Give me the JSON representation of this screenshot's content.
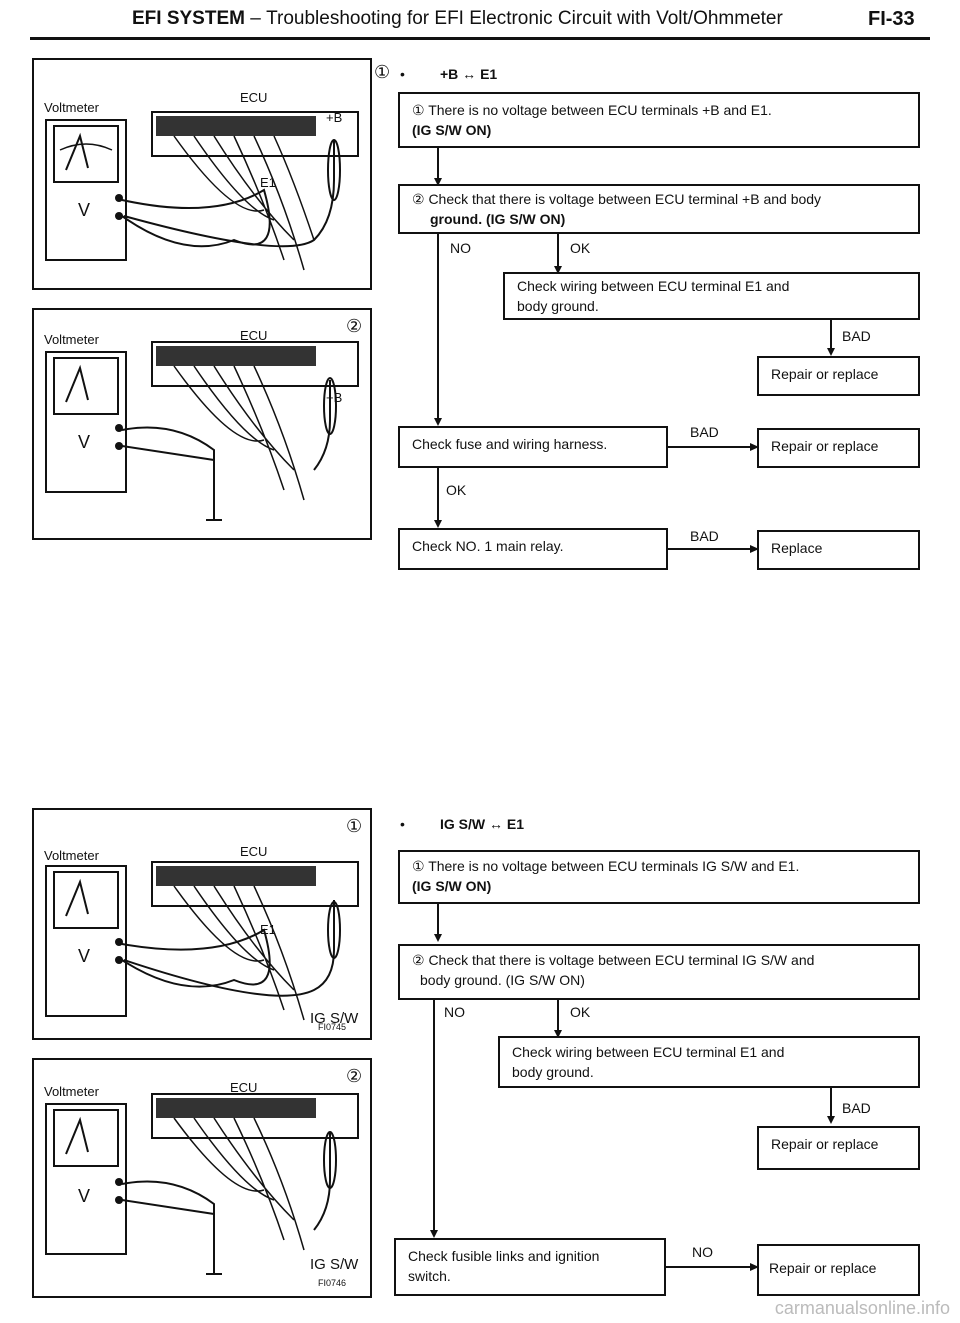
{
  "header": {
    "system": "EFI SYSTEM",
    "dash": "–",
    "subtitle": "Troubleshooting for EFI Electronic Circuit with Volt/Ohmmeter",
    "page": "FI-33"
  },
  "diagrams": {
    "voltmeter": "Voltmeter",
    "ecu": "ECU",
    "v": "V",
    "plus_b": "+B",
    "e1": "E1",
    "ig_sw": "IG S/W",
    "num1": "①",
    "num2": "②",
    "fig1": "FI0745",
    "fig2": "FI0746"
  },
  "section1": {
    "title": "+B ↔ E1",
    "step1": "① There is no voltage between ECU terminals +B and E1.",
    "step1_cond": "(IG S/W ON)",
    "step2": "② Check that there is voltage between ECU terminal +B and body",
    "step2_cond": "ground. (IG S/W ON)",
    "no": "NO",
    "ok": "OK",
    "check_wiring": "Check wiring between ECU terminal E1 and",
    "check_wiring2": "body ground.",
    "bad": "BAD",
    "repair1": "Repair or replace",
    "check_fuse": "Check fuse and wiring harness.",
    "bad2": "BAD",
    "repair2": "Repair or replace",
    "ok2": "OK",
    "check_relay": "Check NO. 1 main relay.",
    "bad3": "BAD",
    "replace": "Replace"
  },
  "section2": {
    "title": "IG S/W ↔ E1",
    "step1": "① There is no voltage between ECU terminals IG S/W and E1.",
    "step1_cond": "(IG S/W ON)",
    "step2": "② Check that there is voltage between ECU terminal IG S/W and",
    "step2_cond": "body ground. (IG S/W ON)",
    "no": "NO",
    "ok": "OK",
    "check_wiring": "Check wiring between ECU terminal E1 and",
    "check_wiring2": "body ground.",
    "bad": "BAD",
    "repair1": "Repair or replace",
    "check_links": "Check fusible links and ignition",
    "check_links2": "switch.",
    "no2": "NO",
    "repair2": "Repair or replace"
  },
  "watermark": "carmanualsonline.info"
}
